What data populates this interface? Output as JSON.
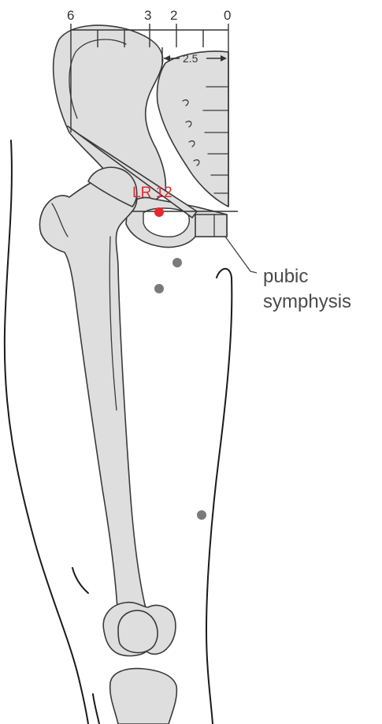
{
  "scale": {
    "ticks": [
      {
        "label": "6"
      },
      {
        "label": "3"
      },
      {
        "label": "2"
      },
      {
        "label": "0"
      }
    ],
    "sub_measure": "2.5"
  },
  "acupoint": {
    "label": "LR 12",
    "color": "#e8282d"
  },
  "callout": {
    "line1": "pubic",
    "line2": "symphysis"
  },
  "colors": {
    "bone_fill": "#dedede",
    "outline": "#1a1a1a",
    "marker_gray": "#7a7a7a",
    "accent_red": "#e8282d"
  }
}
